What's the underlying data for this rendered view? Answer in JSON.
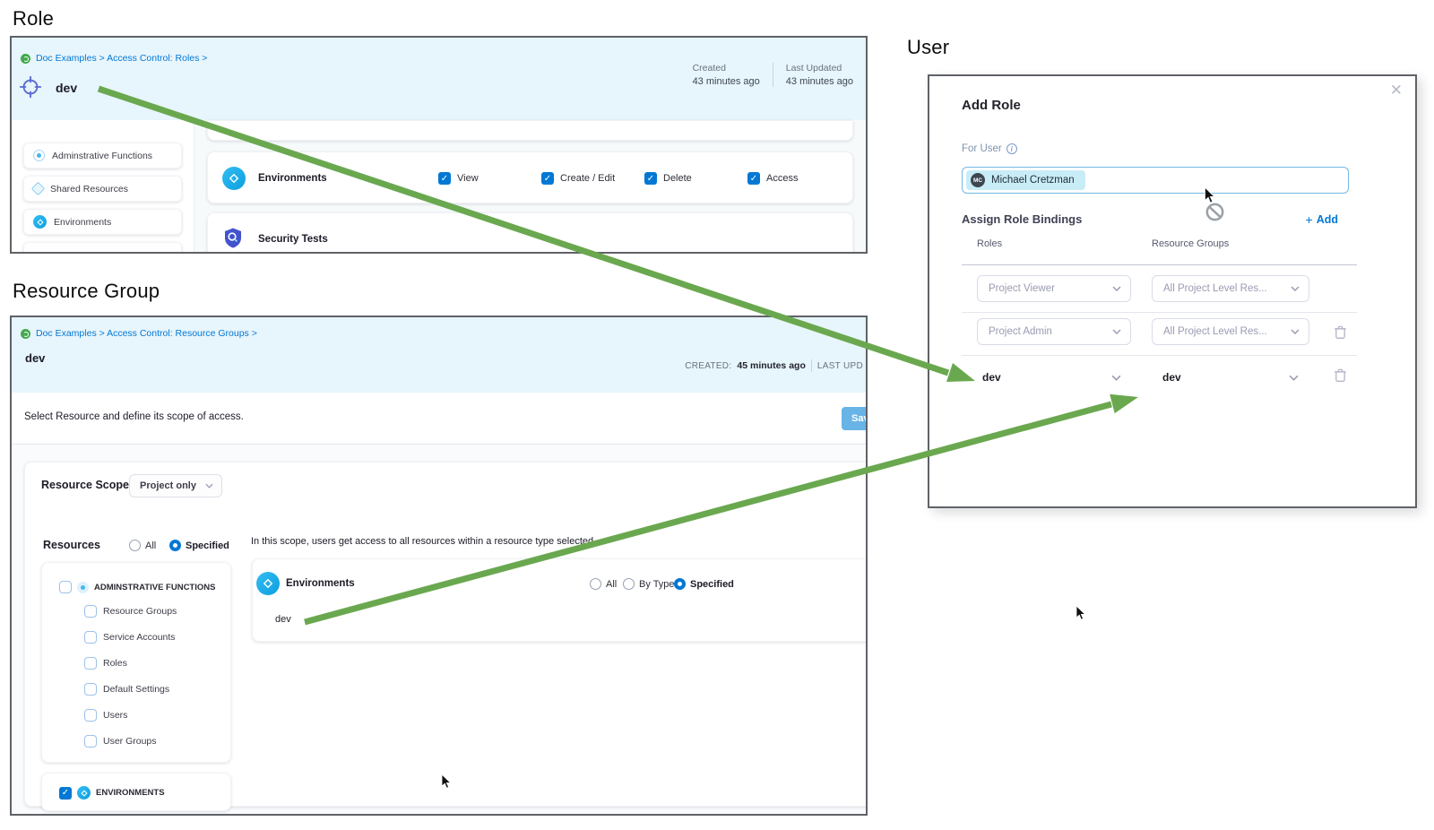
{
  "colors": {
    "accent_blue": "#0278d5",
    "arrow_green": "#6aa84f",
    "panel_header_bg": "#e7f5fc",
    "save_button_bg": "#68b4e6"
  },
  "sections": {
    "role_title": "Role",
    "resource_group_title": "Resource Group",
    "user_title": "User"
  },
  "role_panel": {
    "breadcrumb": "Doc Examples > Access Control: Roles >",
    "name": "dev",
    "created_label": "Created",
    "created_value": "43 minutes ago",
    "updated_label": "Last Updated",
    "updated_value": "43 minutes ago",
    "sidebar": {
      "items": [
        {
          "label": "Adminstrative Functions"
        },
        {
          "label": "Shared Resources"
        },
        {
          "label": "Environments"
        }
      ]
    },
    "resource_rows": [
      {
        "label": "Environments"
      },
      {
        "label": "Security Tests"
      }
    ],
    "permissions": [
      {
        "label": "View",
        "checked": true
      },
      {
        "label": "Create / Edit",
        "checked": true
      },
      {
        "label": "Delete",
        "checked": true
      },
      {
        "label": "Access",
        "checked": true
      }
    ]
  },
  "resource_group_panel": {
    "breadcrumb": "Doc Examples > Access Control: Resource Groups >",
    "name": "dev",
    "created_label": "CREATED:",
    "created_value": "45 minutes ago",
    "updated_label": "LAST UPD",
    "instruction": "Select Resource and define its scope of access.",
    "save_button": "Save",
    "resource_scope_label": "Resource Scope",
    "resource_scope_value": "Project only",
    "resources_label": "Resources",
    "resources_options": {
      "all": "All",
      "specified": "Specified"
    },
    "tree": {
      "group_label": "ADMINSTRATIVE FUNCTIONS",
      "children": [
        "Resource Groups",
        "Service Accounts",
        "Roles",
        "Default Settings",
        "Users",
        "User Groups"
      ],
      "environments_label": "ENVIRONMENTS"
    },
    "scope_note": "In this scope, users get access to all resources within a resource type selected",
    "scope_row": {
      "label": "Environments",
      "options": {
        "all": "All",
        "by_type": "By Type",
        "specified": "Specified"
      },
      "selected_resource": "dev"
    }
  },
  "user_panel": {
    "dialog_title": "Add Role",
    "for_user_label": "For User",
    "user_chip": {
      "initials": "MC",
      "name": "Michael Cretzman"
    },
    "assign_heading": "Assign Role Bindings",
    "add_button_label": "Add",
    "columns": {
      "roles": "Roles",
      "resource_groups": "Resource Groups"
    },
    "bindings": [
      {
        "role": "Project Viewer",
        "resource_group": "All Project Level Res..."
      },
      {
        "role": "Project Admin",
        "resource_group": "All Project Level Res..."
      },
      {
        "role": "dev",
        "resource_group": "dev"
      }
    ]
  }
}
